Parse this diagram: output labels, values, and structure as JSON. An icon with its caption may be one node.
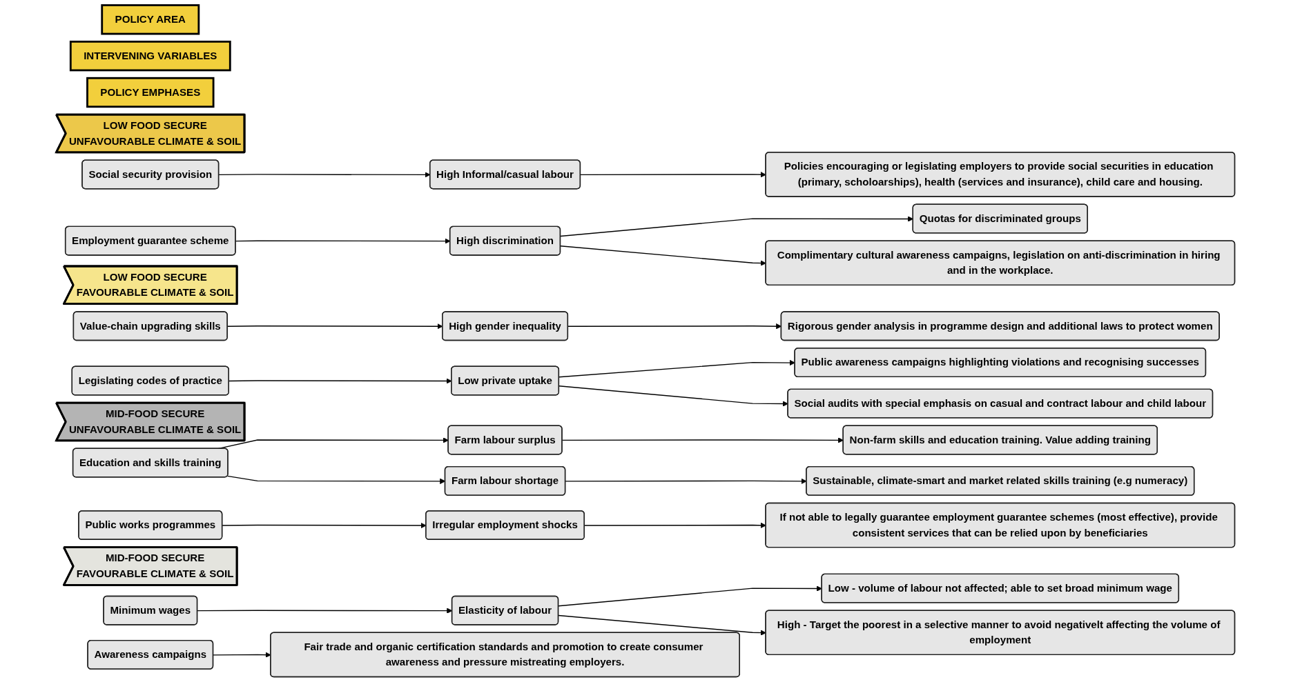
{
  "diagram": {
    "nodes": [
      {
        "text": [
          "POLICY AREA"
        ]
      },
      {
        "text": [
          "INTERVENING VARIABLES"
        ]
      },
      {
        "text": [
          "POLICY EMPHASES"
        ]
      },
      {
        "text": [
          "LOW FOOD SECURE",
          "UNFAVOURABLE CLIMATE & SOIL"
        ]
      },
      {
        "text": [
          "Social security provision"
        ]
      },
      {
        "text": [
          "Employment guarantee scheme"
        ]
      },
      {
        "text": [
          "High Informal/casual labour"
        ]
      },
      {
        "text": [
          "High discrimination"
        ]
      },
      {
        "text": [
          "Policies encouraging or legislating employers to provide social securities in education (primary, scholoarships), health (services and insurance), child care and housing."
        ]
      },
      {
        "text": [
          "Quotas for discriminated groups"
        ]
      },
      {
        "text": [
          "Complimentary cultural awareness campaigns, legislation on anti-discrimination in hiring and in the workplace."
        ]
      },
      {
        "text": [
          "LOW FOOD SECURE",
          "FAVOURABLE CLIMATE & SOIL"
        ]
      },
      {
        "text": [
          "Value-chain upgrading skills"
        ]
      },
      {
        "text": [
          "Legislating codes of practice"
        ]
      },
      {
        "text": [
          "High gender inequality"
        ]
      },
      {
        "text": [
          "Low private uptake"
        ]
      },
      {
        "text": [
          "Rigorous gender analysis in programme design and additional laws to protect women"
        ]
      },
      {
        "text": [
          "Public awareness campaigns highlighting violations and recognising successes"
        ]
      },
      {
        "text": [
          "Social audits with special emphasis on casual and contract labour and child labour"
        ]
      },
      {
        "text": [
          "MID-FOOD SECURE",
          "UNFAVOURABLE CLIMATE & SOIL"
        ]
      },
      {
        "text": [
          "Education and skills training"
        ]
      },
      {
        "text": [
          "Public works programmes"
        ]
      },
      {
        "text": [
          "Farm labour surplus"
        ]
      },
      {
        "text": [
          "Farm labour shortage"
        ]
      },
      {
        "text": [
          "Irregular employment shocks"
        ]
      },
      {
        "text": [
          "Non-farm skills and education training. Value adding training"
        ]
      },
      {
        "text": [
          "Sustainable, climate-smart and market related skills training (e.g numeracy)"
        ]
      },
      {
        "text": [
          "If not able to legally guarantee employment guarantee schemes (most effective), provide consistent services that can be relied upon by beneficiaries"
        ]
      },
      {
        "text": [
          "MID-FOOD SECURE",
          "FAVOURABLE CLIMATE & SOIL"
        ]
      },
      {
        "text": [
          "Minimum wages"
        ]
      },
      {
        "text": [
          "Awareness campaigns"
        ]
      },
      {
        "text": [
          "Elasticity of labour"
        ]
      },
      {
        "text": [
          "Low - volume of labour not affected; able to set broad minimum wage"
        ]
      },
      {
        "text": [
          "High - Target the poorest in a selective manner to avoid negativelt affecting the volume of employment"
        ]
      },
      {
        "text": [
          "Fair trade and organic certification standards and promotion to create consumer awareness and pressure mistreating employers."
        ]
      }
    ],
    "edges": [
      {
        "from": 4,
        "to": 6,
        "arrow": "to"
      },
      {
        "from": 5,
        "to": 7,
        "arrow": "to"
      },
      {
        "from": 6,
        "to": 8,
        "arrow": "to"
      },
      {
        "from": 7,
        "to": 9,
        "arrow": "to"
      },
      {
        "from": 7,
        "to": 10,
        "arrow": "to"
      },
      {
        "from": 12,
        "to": 14,
        "arrow": "to"
      },
      {
        "from": 13,
        "to": 15,
        "arrow": "to"
      },
      {
        "from": 14,
        "to": 16,
        "arrow": "to"
      },
      {
        "from": 15,
        "to": 17,
        "arrow": "to"
      },
      {
        "from": 15,
        "to": 18,
        "arrow": "to"
      },
      {
        "from": 20,
        "to": 22,
        "arrow": "to"
      },
      {
        "from": 20,
        "to": 23,
        "arrow": "to"
      },
      {
        "from": 21,
        "to": 24,
        "arrow": "to"
      },
      {
        "from": 22,
        "to": 25,
        "arrow": "to"
      },
      {
        "from": 23,
        "to": 26,
        "arrow": "to"
      },
      {
        "from": 24,
        "to": 27,
        "arrow": "to"
      },
      {
        "from": 29,
        "to": 31,
        "arrow": "to"
      },
      {
        "from": 31,
        "to": 32,
        "arrow": "to"
      },
      {
        "from": 31,
        "to": 33,
        "arrow": "to"
      },
      {
        "from": 30,
        "to": 34,
        "arrow": "to"
      }
    ]
  }
}
